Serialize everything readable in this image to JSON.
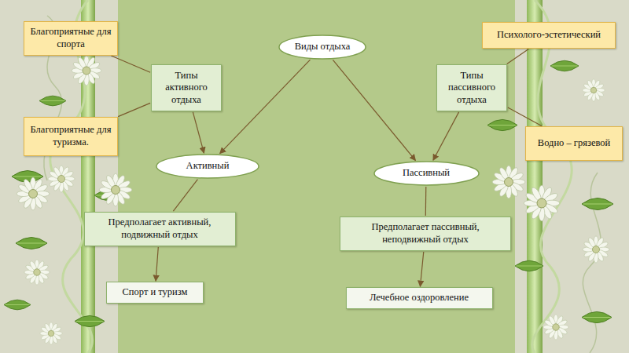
{
  "diagram": {
    "nodes": [
      {
        "text": [
          "Благоприятные для спорта"
        ]
      },
      {
        "text": [
          "Виды отдыха"
        ]
      },
      {
        "text": [
          "Психолого-эстетический"
        ]
      },
      {
        "text": [
          "Типы активного отдыха"
        ]
      },
      {
        "text": [
          "Типы пассивного отдыха"
        ]
      },
      {
        "text": [
          "Благоприятные для туризма."
        ]
      },
      {
        "text": [
          "Водно – грязевой"
        ]
      },
      {
        "text": [
          "Активный"
        ]
      },
      {
        "text": [
          "Пассивный"
        ]
      },
      {
        "text": [
          "Предполагает активный, подвижный отдых"
        ]
      },
      {
        "text": [
          "Предполагает пассивный, неподвижный отдых"
        ]
      },
      {
        "text": [
          "Спорт и туризм"
        ]
      },
      {
        "text": [
          "Лечебное оздоровление"
        ]
      }
    ],
    "edges": [
      {
        "from": 1,
        "to": 7,
        "arrow": "to"
      },
      {
        "from": 1,
        "to": 8,
        "arrow": "to"
      },
      {
        "from": 3,
        "to": 0,
        "arrow": "none"
      },
      {
        "from": 3,
        "to": 5,
        "arrow": "none"
      },
      {
        "from": 3,
        "to": 7,
        "arrow": "to"
      },
      {
        "from": 4,
        "to": 2,
        "arrow": "none"
      },
      {
        "from": 4,
        "to": 6,
        "arrow": "none"
      },
      {
        "from": 4,
        "to": 8,
        "arrow": "to"
      },
      {
        "from": 7,
        "to": 9,
        "arrow": "none"
      },
      {
        "from": 9,
        "to": 11,
        "arrow": "to"
      },
      {
        "from": 8,
        "to": 10,
        "arrow": "none"
      },
      {
        "from": 10,
        "to": 12,
        "arrow": "to"
      }
    ]
  }
}
